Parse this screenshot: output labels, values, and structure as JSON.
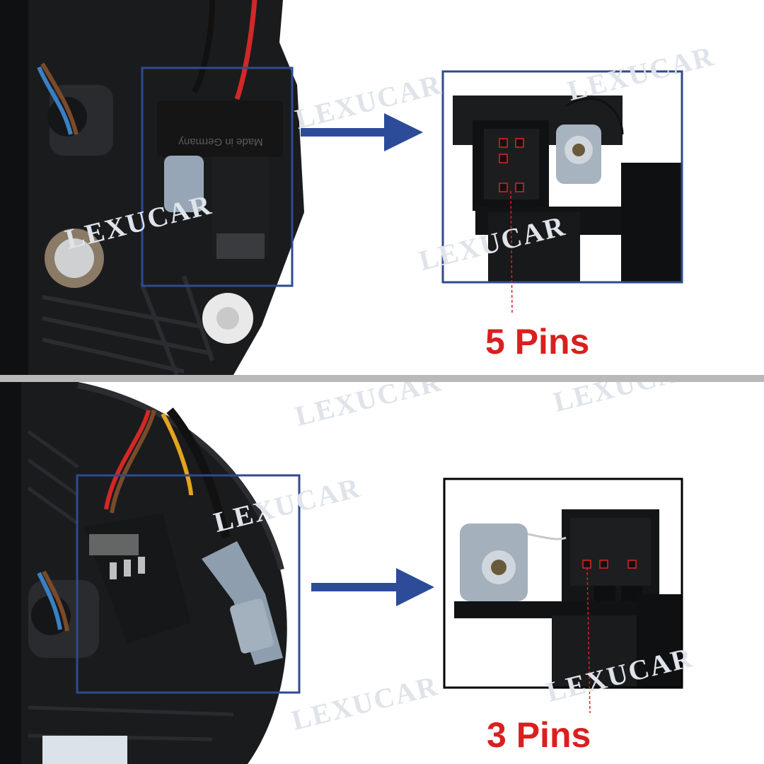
{
  "watermark_text": "LEXUCAR",
  "top": {
    "connector_text": "Made in Germany",
    "pin_count_label": "5 Pins"
  },
  "bottom": {
    "pin_count_label": "3 Pins"
  },
  "colors": {
    "frame_blue": "#2f4a8f",
    "arrow_blue": "#2c4c9a",
    "label_red": "#d9201f",
    "pin_marker_red": "#e0241e",
    "divider_gray": "#b9b9b9"
  }
}
